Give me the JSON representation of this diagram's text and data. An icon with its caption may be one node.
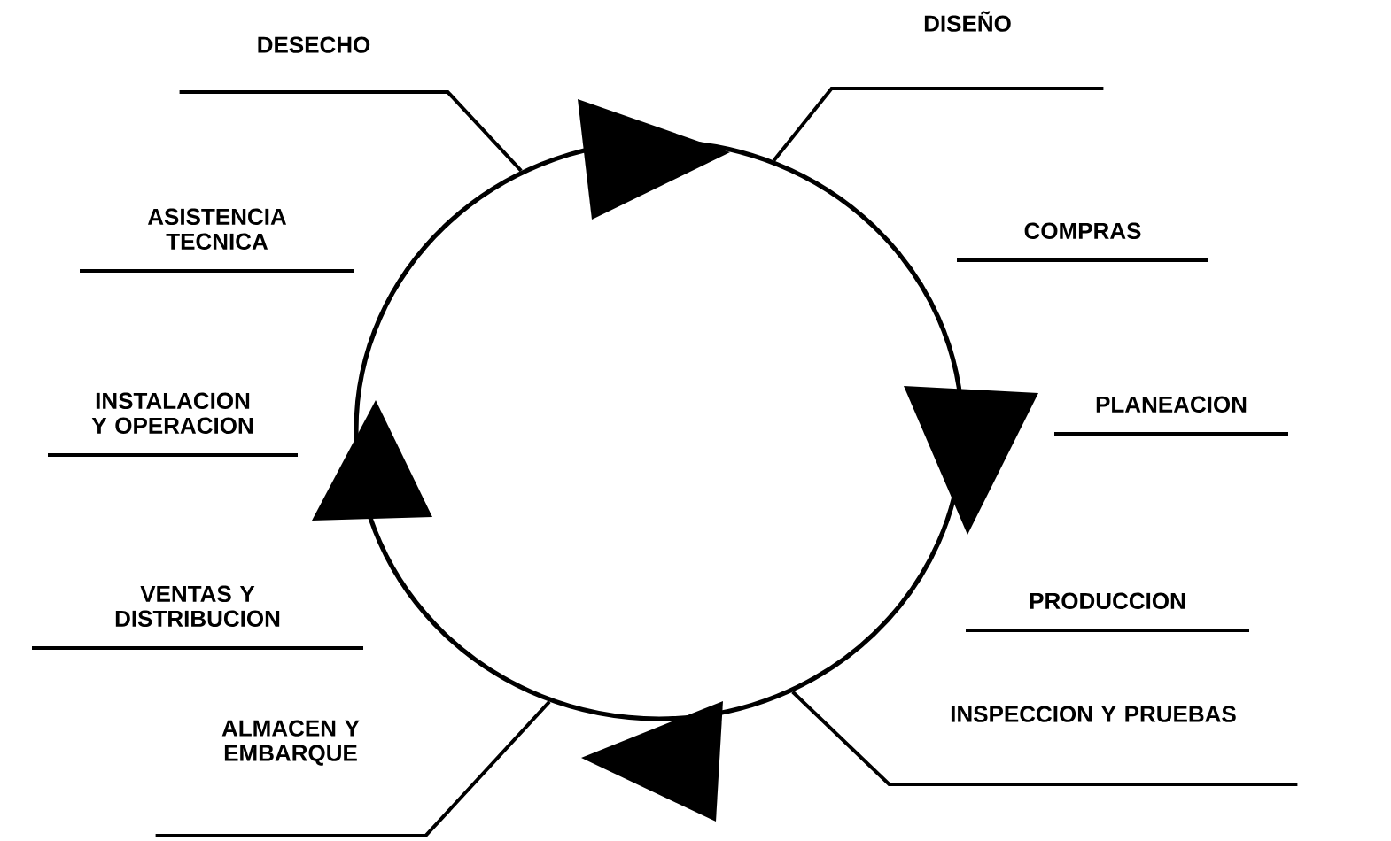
{
  "diagram": {
    "nodes": [
      {
        "text": [
          "DESECHO"
        ]
      },
      {
        "text": [
          "DISEÑO"
        ]
      },
      {
        "text": [
          "ALMACEN Y EMBARQUE"
        ]
      },
      {
        "text": [
          "INSPECCION Y PRUEBAS"
        ]
      },
      {
        "text": [],
        "shape": "circle"
      }
    ],
    "edges": [
      {
        "from": 0,
        "to": 4,
        "arrow": "none"
      },
      {
        "from": 1,
        "to": 4,
        "arrow": "none"
      },
      {
        "from": 2,
        "to": 4,
        "arrow": "none"
      },
      {
        "from": 3,
        "to": 4,
        "arrow": "none"
      }
    ],
    "labels": [
      "ASISTENCIA TECNICA",
      "COMPRAS",
      "INSTALACION Y OPERACION",
      "PLANEACION",
      "VENTAS Y DISTRIBUCION",
      "PRODUCCION"
    ]
  }
}
